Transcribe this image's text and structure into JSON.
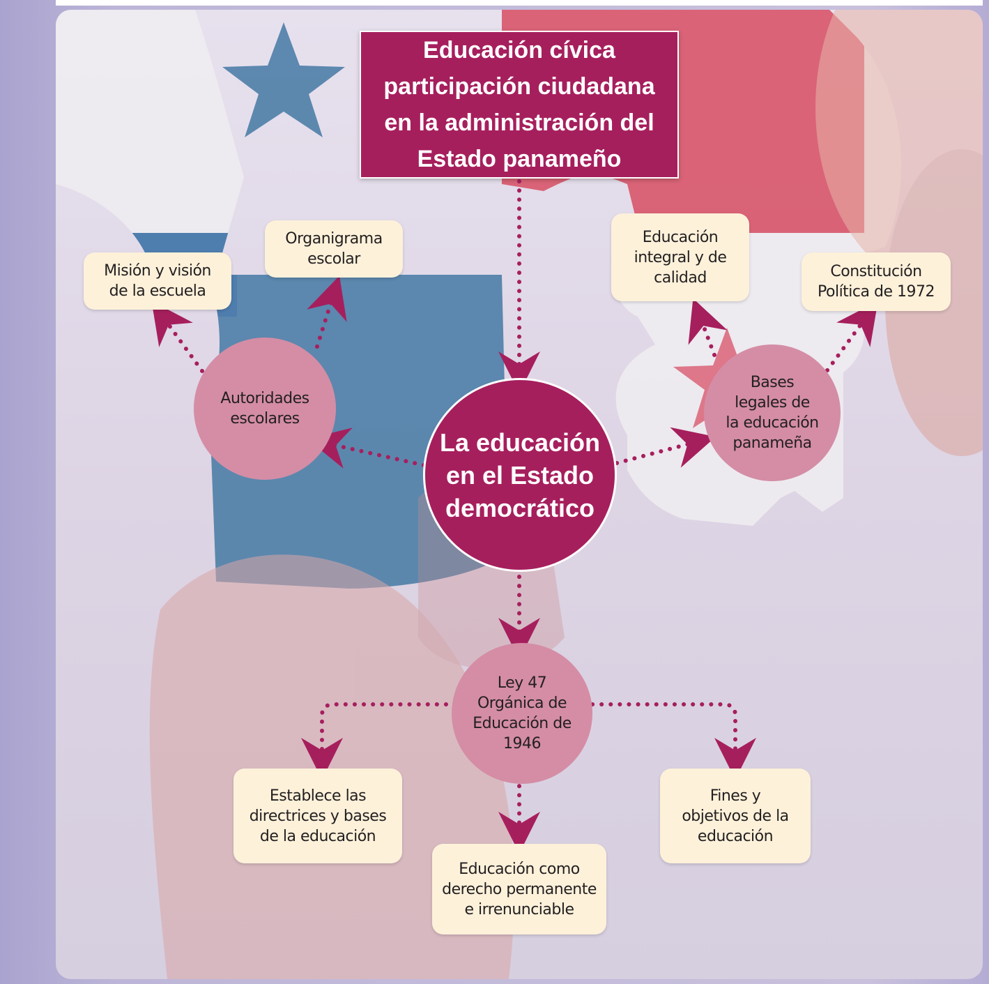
{
  "title": "Educación cívica\nparticipación ciudadana\nen la administración del\nEstado panameño",
  "central": "La educación\nen el Estado\ndemocrático",
  "nodes": {
    "autoridades": "Autoridades\nescolares",
    "mision": "Misión y visión\nde la escuela",
    "organigrama": "Organigrama\nescolar",
    "bases_legales": "Bases\nlegales de\nla educación\npanameña",
    "educacion_integral": "Educación\nintegral y de\ncalidad",
    "constitucion": "Constitución\nPolítica de 1972",
    "ley47": "Ley 47\nOrgánica de\nEducación de\n1946",
    "establece": "Establece las\ndirectrices y bases\nde la educación",
    "derecho": "Educación como\nderecho permanente\ne irrenunciable",
    "fines": "Fines y\nobjetivos de la\neducación"
  },
  "colors": {
    "accent": "#a61f5d",
    "node_pink": "#d48da5",
    "box_cream": "#fdf1da",
    "flag_blue": "#4e7fa8",
    "flag_red": "#d9566b"
  }
}
